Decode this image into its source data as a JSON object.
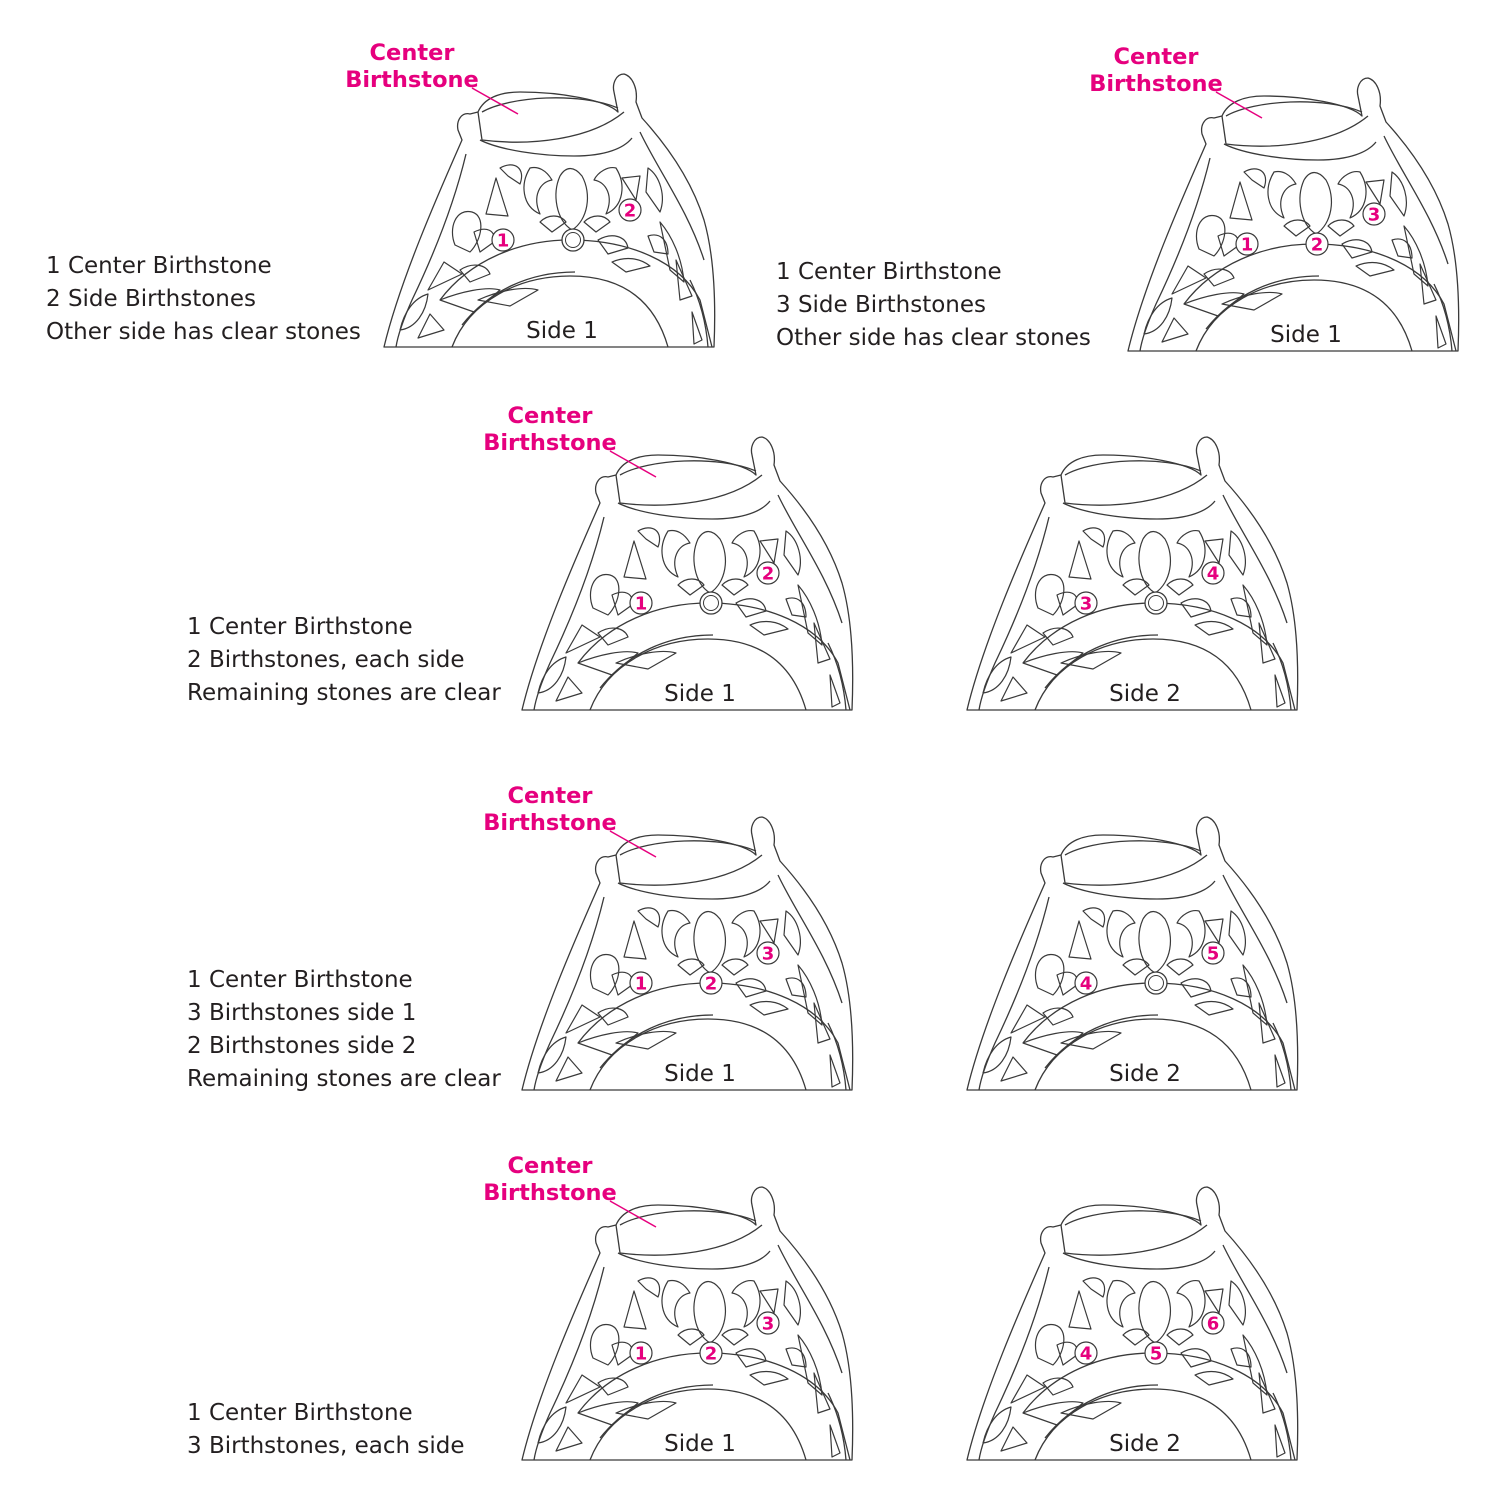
{
  "colors": {
    "accent": "#e6007e",
    "line": "#3a3a3a",
    "text": "#231f20"
  },
  "center_label": {
    "line1": "Center",
    "line2": "Birthstone"
  },
  "panels": [
    {
      "description": [
        "1 Center Birthstone",
        "2 Side Birthstones",
        "Other side has clear stones"
      ],
      "rings": [
        {
          "side_label": "Side 1",
          "show_center_label": true,
          "stones": {
            "L": "1",
            "R": "2"
          }
        }
      ]
    },
    {
      "description": [
        "1 Center Birthstone",
        "3 Side Birthstones",
        "Other side has clear stones"
      ],
      "rings": [
        {
          "side_label": "Side 1",
          "show_center_label": true,
          "stones": {
            "L": "1",
            "M": "2",
            "R": "3"
          }
        }
      ]
    },
    {
      "description": [
        "1 Center Birthstone",
        "2 Birthstones, each side",
        "Remaining stones are clear"
      ],
      "rings": [
        {
          "side_label": "Side 1",
          "show_center_label": true,
          "stones": {
            "L": "1",
            "R": "2"
          }
        },
        {
          "side_label": "Side 2",
          "show_center_label": false,
          "stones": {
            "L": "3",
            "R": "4"
          }
        }
      ]
    },
    {
      "description": [
        "1 Center Birthstone",
        "3 Birthstones side 1",
        "2 Birthstones side 2",
        "Remaining stones are clear"
      ],
      "rings": [
        {
          "side_label": "Side 1",
          "show_center_label": true,
          "stones": {
            "L": "1",
            "M": "2",
            "R": "3"
          }
        },
        {
          "side_label": "Side 2",
          "show_center_label": false,
          "stones": {
            "L": "4",
            "R": "5"
          }
        }
      ]
    },
    {
      "description": [
        "1 Center Birthstone",
        "3 Birthstones, each side"
      ],
      "rings": [
        {
          "side_label": "Side 1",
          "show_center_label": true,
          "stones": {
            "L": "1",
            "M": "2",
            "R": "3"
          }
        },
        {
          "side_label": "Side 2",
          "show_center_label": false,
          "stones": {
            "L": "4",
            "M": "5",
            "R": "6"
          }
        }
      ]
    }
  ]
}
